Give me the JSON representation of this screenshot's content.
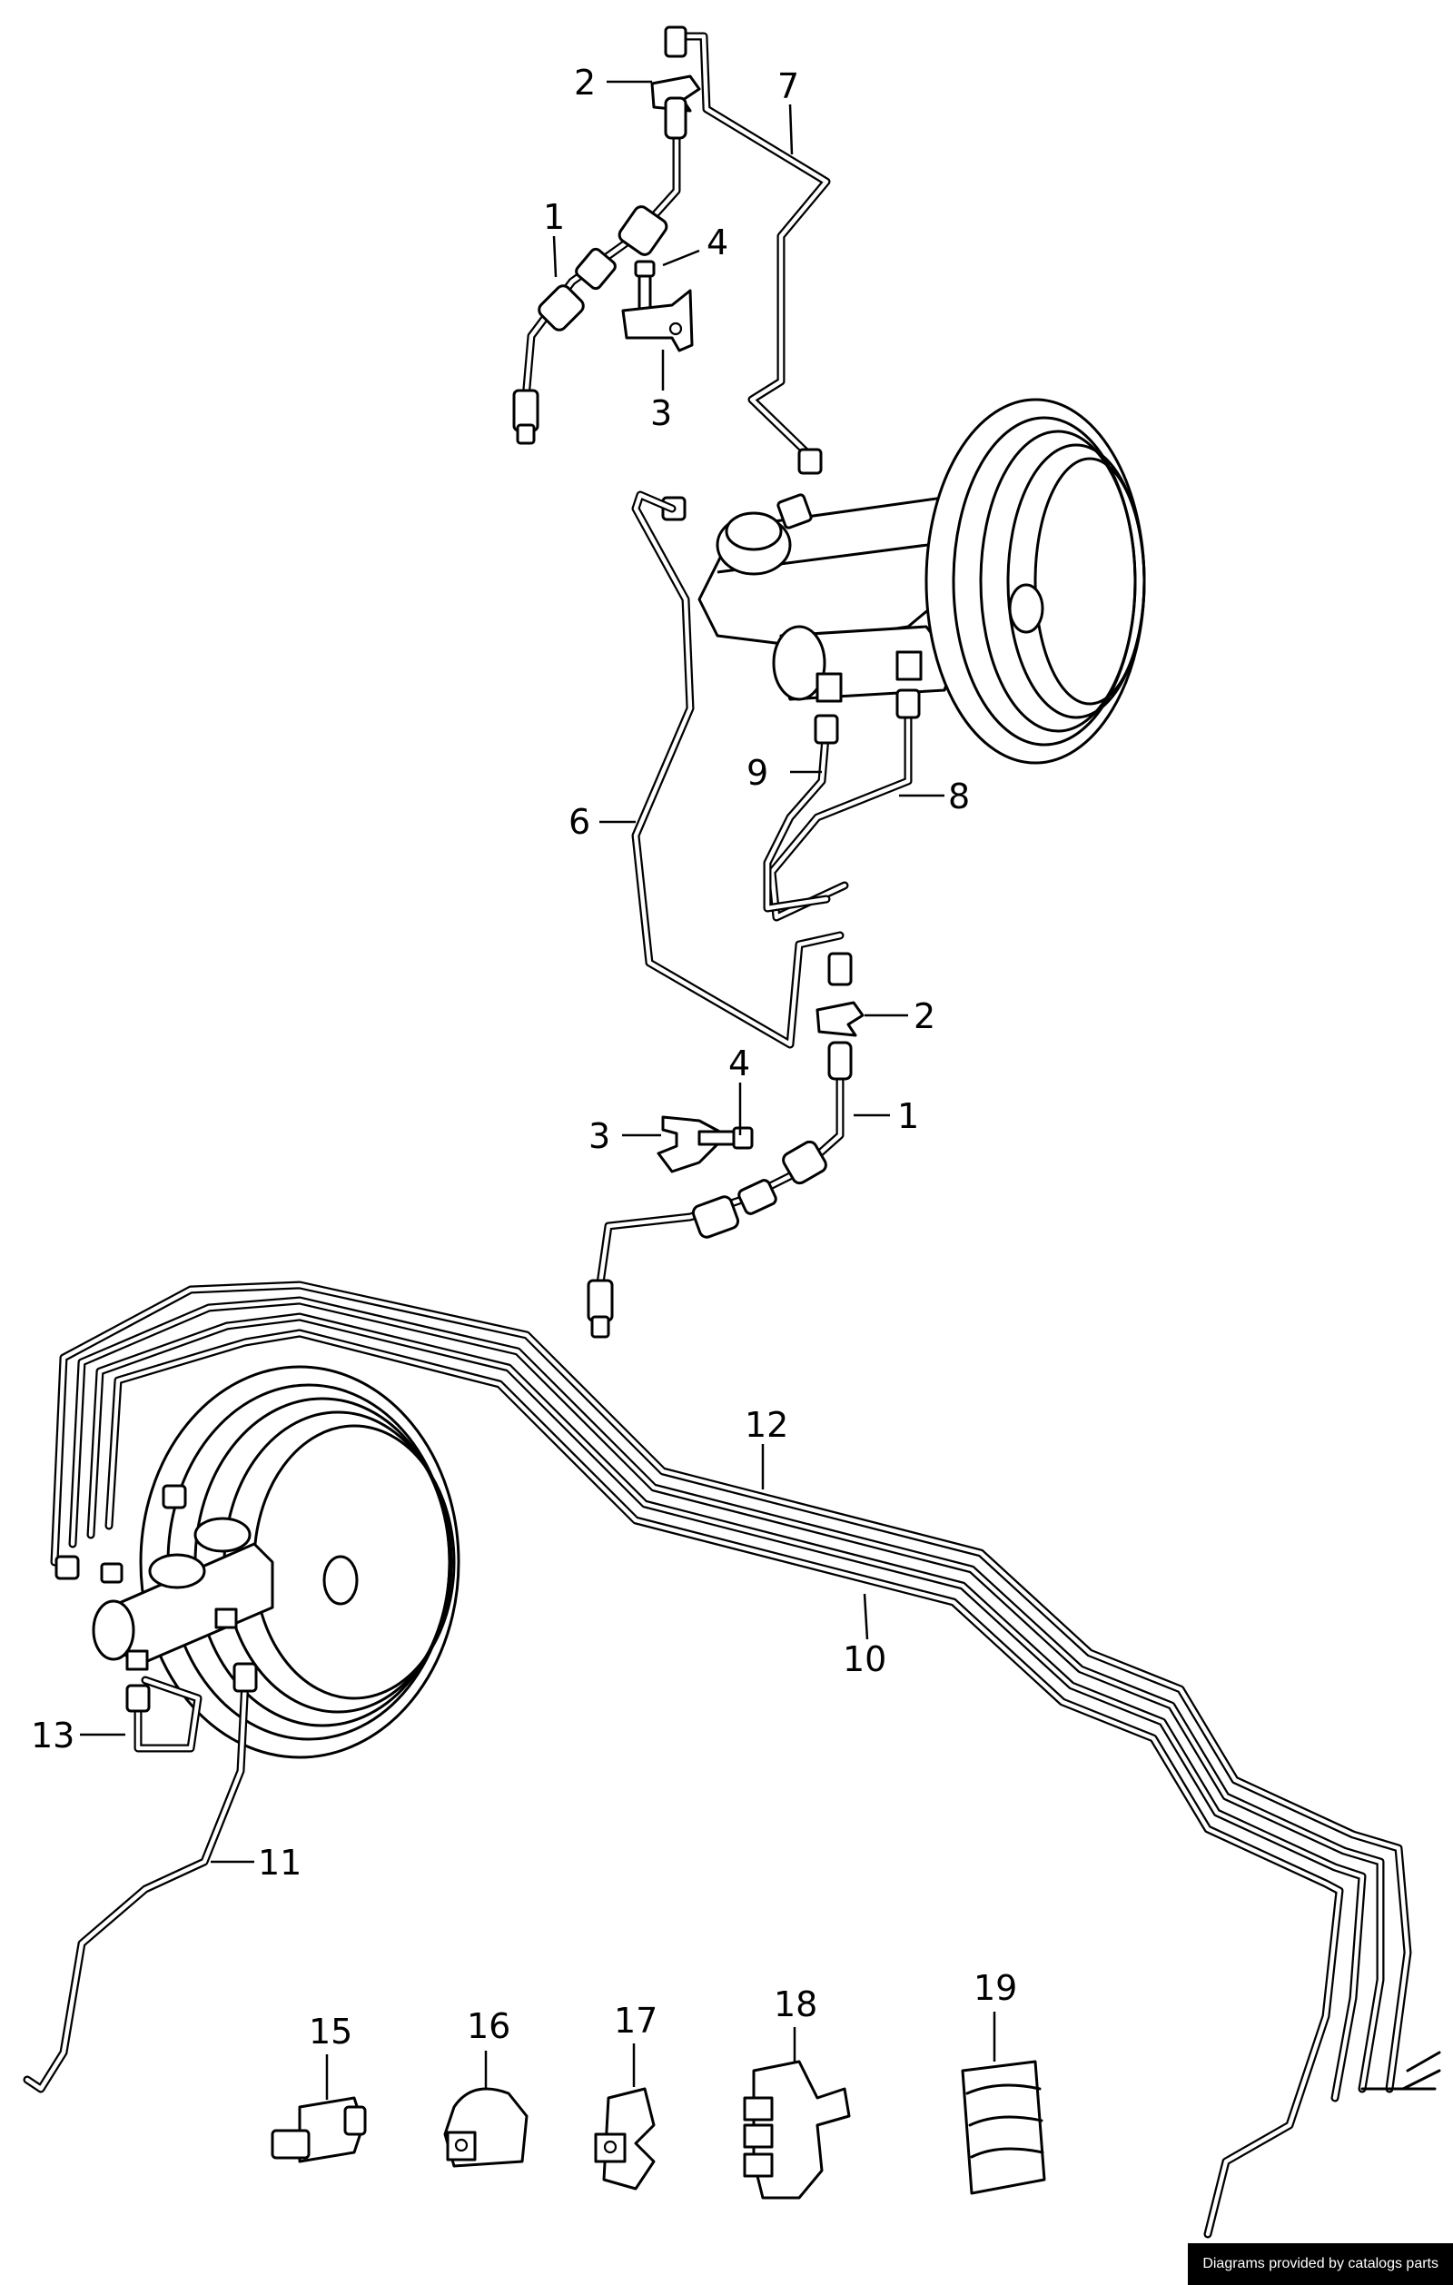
{
  "diagram": {
    "callouts": [
      "1",
      "2",
      "3",
      "4",
      "7",
      "1",
      "2",
      "3",
      "4",
      "6",
      "8",
      "9",
      "10",
      "11",
      "12",
      "13",
      "15",
      "16",
      "17",
      "18",
      "19"
    ]
  },
  "footer": {
    "credit": "Diagrams provided by catalogs parts"
  }
}
